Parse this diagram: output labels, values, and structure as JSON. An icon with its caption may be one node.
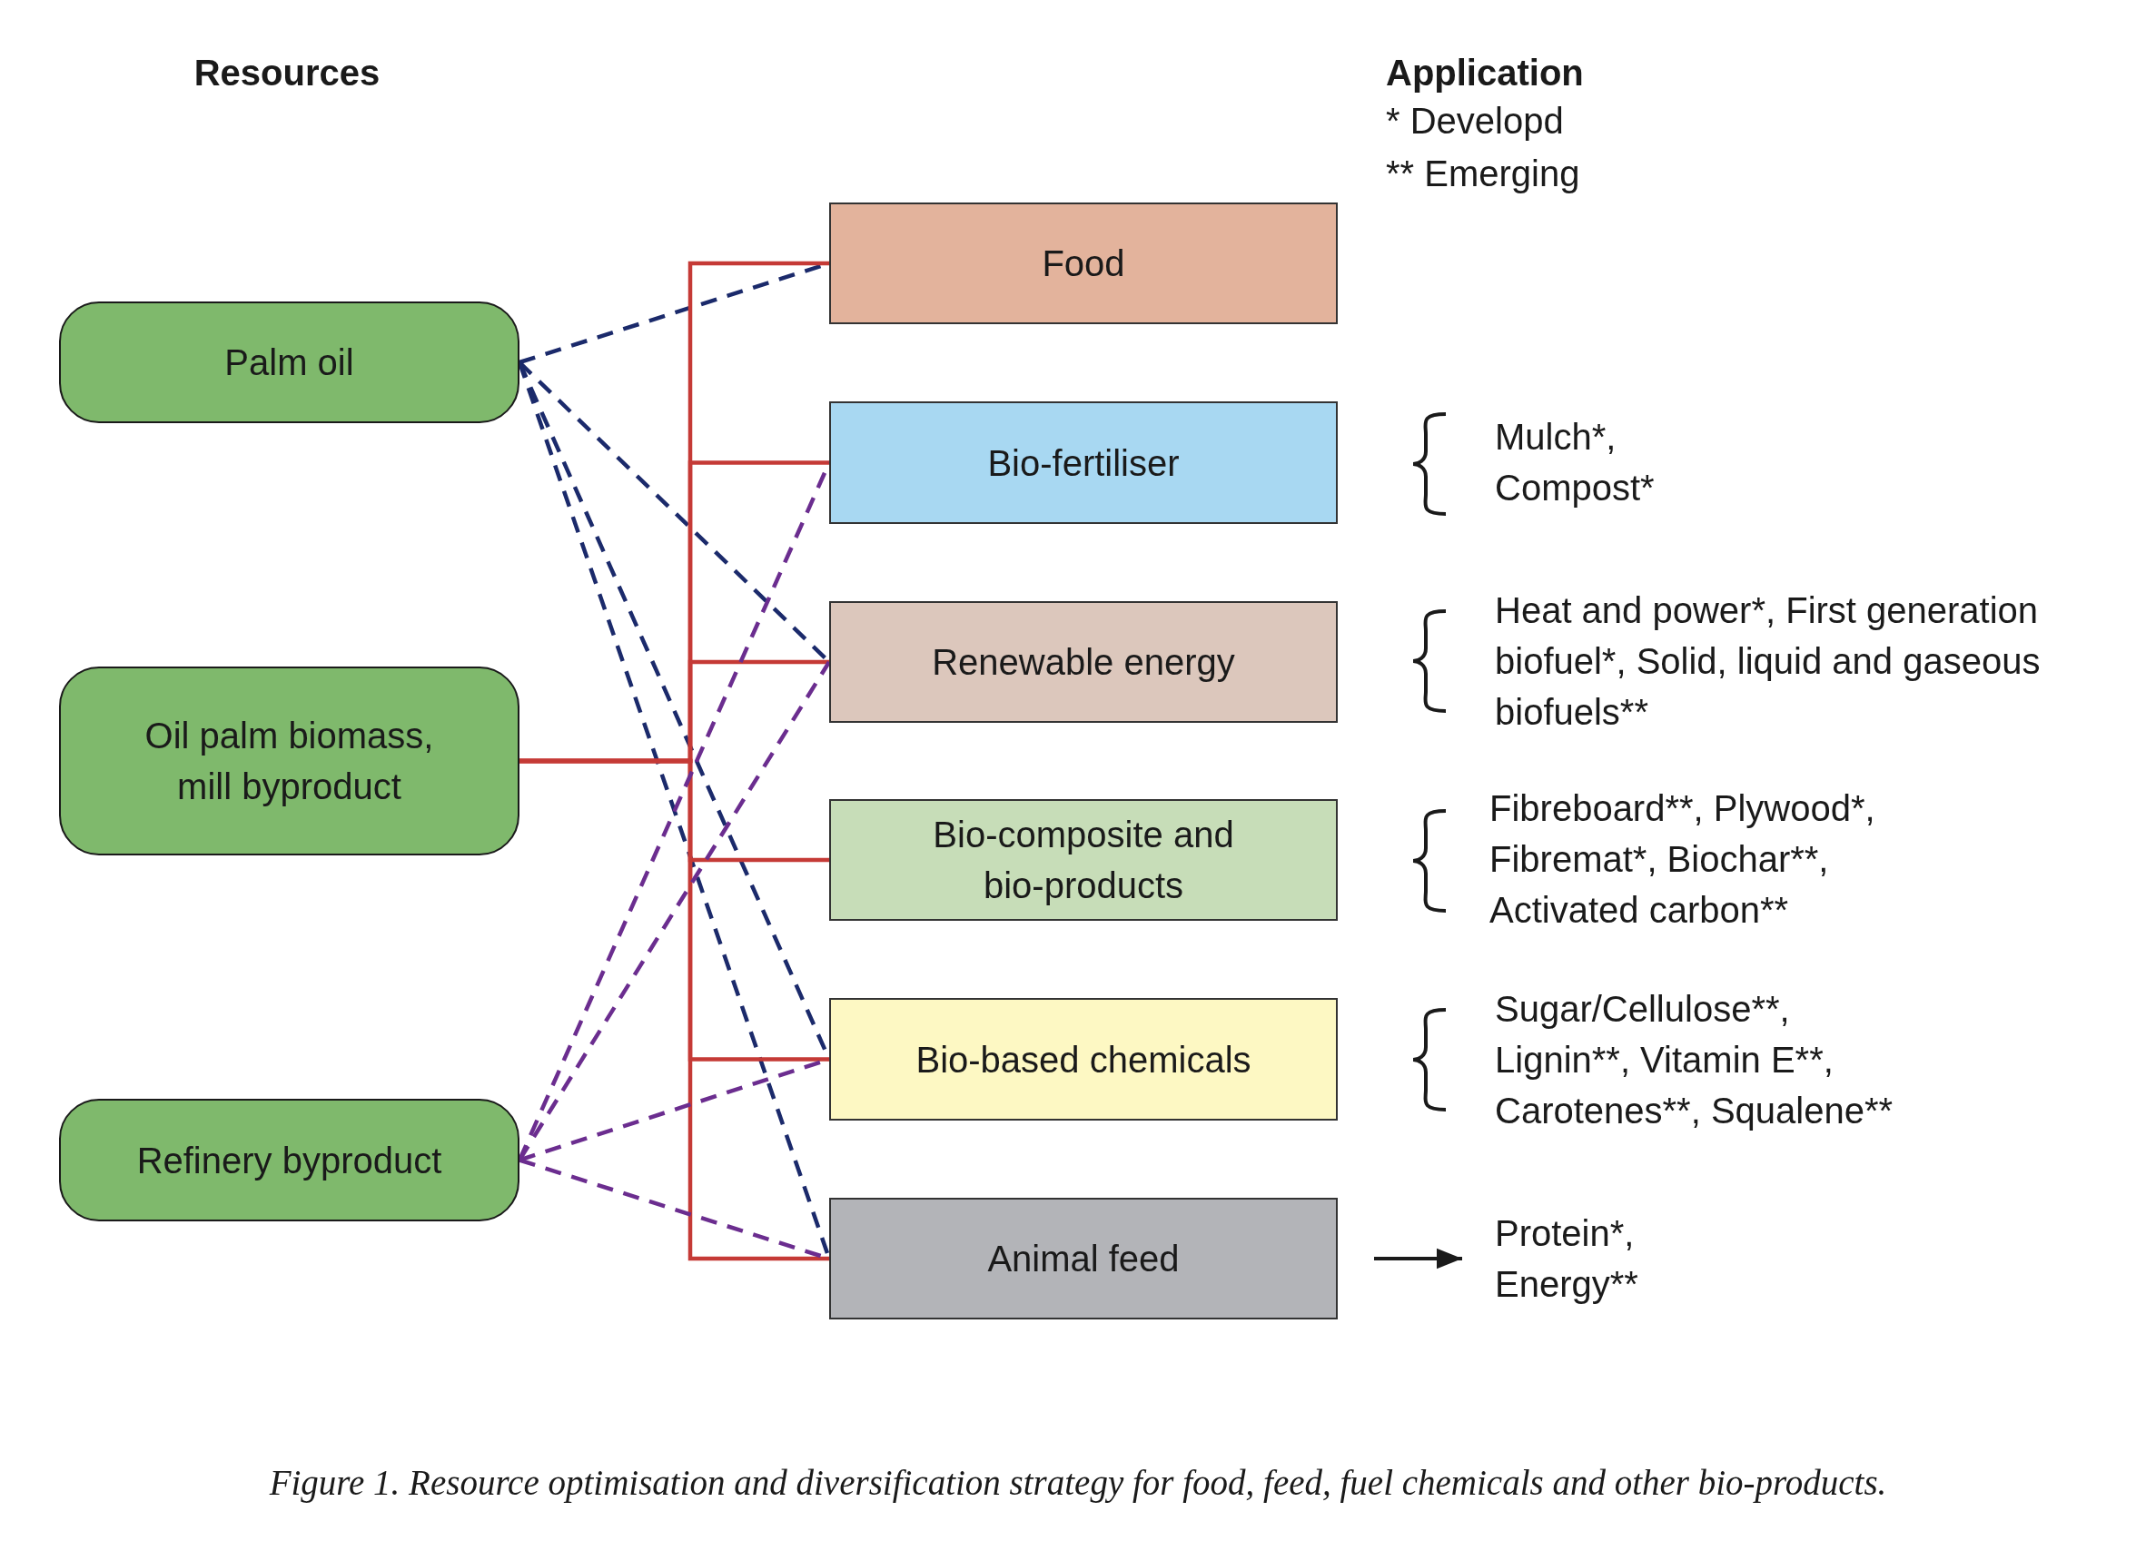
{
  "diagram": {
    "caption": "Figure 1. Resource optimisation and diversification strategy for food, feed, fuel chemicals and other bio-products.",
    "nodes": [
      {
        "text": [
          "Palm oil"
        ]
      },
      {
        "text": [
          "Oil palm biomass, mill byproduct"
        ]
      },
      {
        "text": [
          "Refinery byproduct"
        ]
      },
      {
        "text": [
          "Food"
        ]
      },
      {
        "text": [
          "Bio-fertiliser"
        ]
      },
      {
        "text": [
          "Renewable energy"
        ]
      },
      {
        "text": [
          "Bio-composite and bio-products"
        ]
      },
      {
        "text": [
          "Bio-based chemicals"
        ]
      },
      {
        "text": [
          "Animal feed"
        ]
      },
      {
        "text": [
          "Protein*, Energy**"
        ]
      }
    ],
    "edges": [
      {
        "from": 0,
        "to": 3,
        "arrow": "none",
        "style": "dashed",
        "color": "#1b2a6b"
      },
      {
        "from": 0,
        "to": 5,
        "arrow": "none",
        "style": "dashed",
        "color": "#1b2a6b"
      },
      {
        "from": 0,
        "to": 7,
        "arrow": "none",
        "style": "dashed",
        "color": "#1b2a6b"
      },
      {
        "from": 0,
        "to": 8,
        "arrow": "none",
        "style": "dashed",
        "color": "#1b2a6b"
      },
      {
        "from": 1,
        "to": 3,
        "arrow": "none"
      },
      {
        "from": 1,
        "to": 4,
        "arrow": "none"
      },
      {
        "from": 1,
        "to": 5,
        "arrow": "none"
      },
      {
        "from": 1,
        "to": 6,
        "arrow": "none"
      },
      {
        "from": 1,
        "to": 7,
        "arrow": "none"
      },
      {
        "from": 1,
        "to": 8,
        "arrow": "none"
      },
      {
        "from": 2,
        "to": 4,
        "arrow": "none",
        "style": "dashed",
        "color": "#6b2d8f"
      },
      {
        "from": 2,
        "to": 5,
        "arrow": "none",
        "style": "dashed",
        "color": "#6b2d8f"
      },
      {
        "from": 2,
        "to": 7,
        "arrow": "none",
        "style": "dashed",
        "color": "#6b2d8f"
      },
      {
        "from": 2,
        "to": 8,
        "arrow": "none",
        "style": "dashed",
        "color": "#6b2d8f"
      },
      {
        "from": 8,
        "to": 9,
        "arrow": "to",
        "color": "#1a1a1a"
      }
    ],
    "labels": [
      "Resources",
      "Application",
      "* Developd",
      "** Emerging",
      "Mulch*, Compost*",
      "Heat and power*, First generation biofuel*, Solid, liquid and gaseous biofuels**",
      "Fibreboard**, Plywood*, Fibremat*, Biochar**, Activated carbon**",
      "Sugar/Cellulose**, Lignin**, Vitamin E**, Carotenes**, Squalene**"
    ]
  }
}
